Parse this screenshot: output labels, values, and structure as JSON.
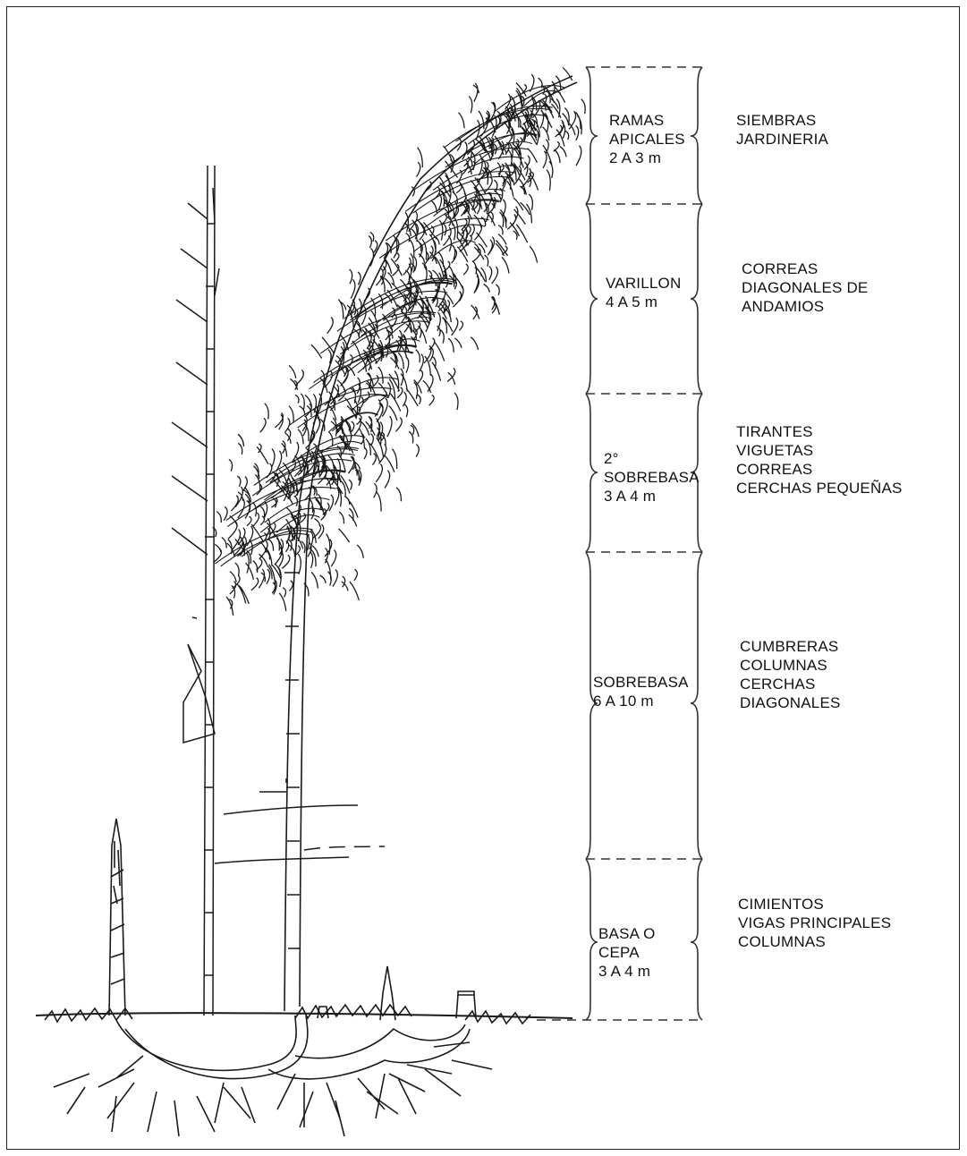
{
  "segments": [
    {
      "id": "ramas-apicales",
      "name": [
        "RAMAS",
        "APICALES"
      ],
      "length": "2 A 3 m",
      "uses": [
        "SIEMBRAS",
        "JARDINERIA"
      ]
    },
    {
      "id": "varillon",
      "name": [
        "VARILLON"
      ],
      "length": "4 A 5 m",
      "uses": [
        "CORREAS",
        "DIAGONALES DE",
        "ANDAMIOS"
      ]
    },
    {
      "id": "segunda-sobrebasa",
      "name": [
        "2°",
        "SOBREBASA"
      ],
      "length": "3 A 4 m",
      "uses": [
        "TIRANTES",
        "VIGUETAS",
        "CORREAS",
        "CERCHAS PEQUEÑAS"
      ]
    },
    {
      "id": "sobrebasa",
      "name": [
        "SOBREBASA"
      ],
      "length": "6 A 10 m",
      "uses": [
        "CUMBRERAS",
        "COLUMNAS",
        "CERCHAS",
        "DIAGONALES"
      ]
    },
    {
      "id": "basa-cepa",
      "name": [
        "BASA O",
        "CEPA"
      ],
      "length": "3 A 4 m",
      "uses": [
        "CIMIENTOS",
        "VIGAS PRINCIPALES",
        "COLUMNAS"
      ]
    }
  ],
  "colors": {
    "ink": "#1a1a1a",
    "background": "#ffffff"
  }
}
